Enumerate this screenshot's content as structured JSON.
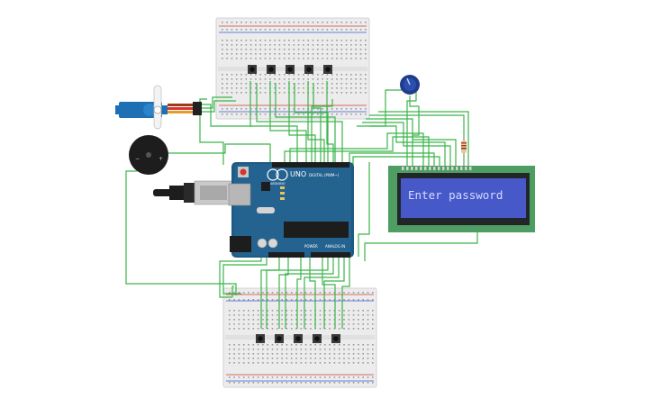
{
  "lcd": {
    "text": "Enter password"
  },
  "arduino": {
    "brand": "ARDUINO",
    "model": "UNO",
    "digital_label": "DIGITAL (PWM~)",
    "power_label": "POWER",
    "analog_label": "ANALOG IN"
  },
  "colors": {
    "wire": "#3bb54a",
    "board": "#1f5a84",
    "lcd_screen": "#4759c9",
    "lcd_pcb": "#4e9e63",
    "breadboard": "#ececec"
  }
}
